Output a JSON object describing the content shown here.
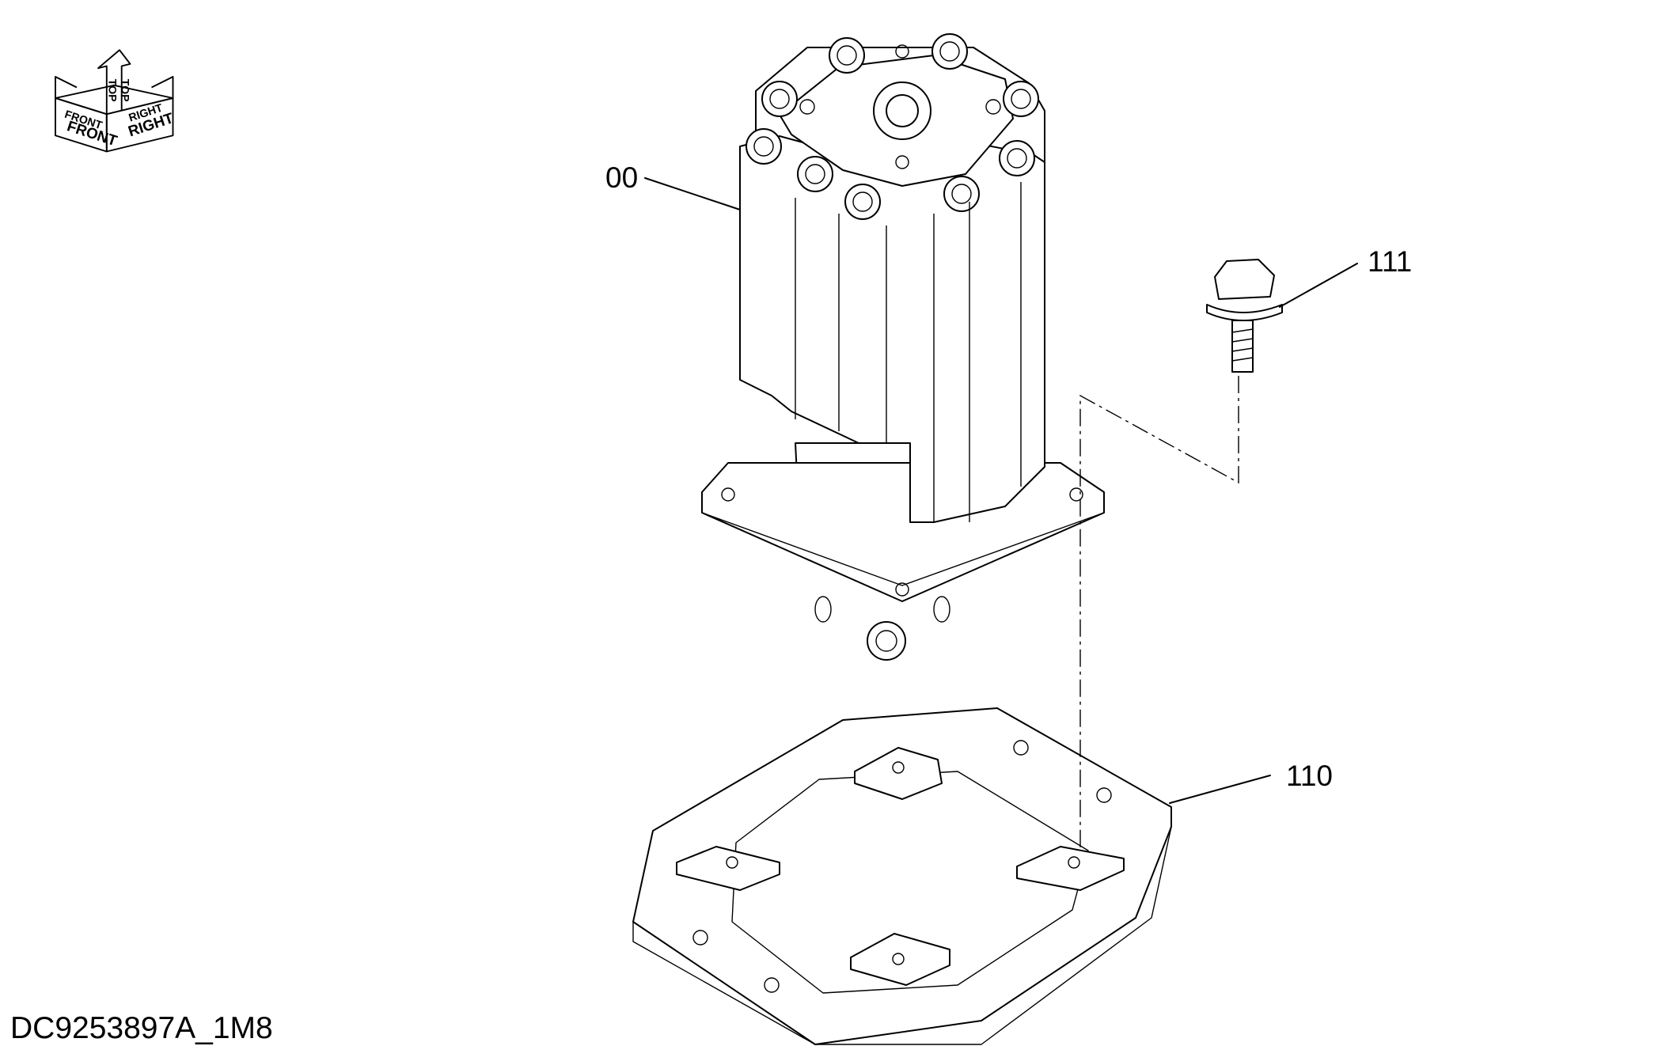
{
  "drawing": {
    "code": "DC9253897A_1M8",
    "orientation_icon": {
      "labels": [
        "FRONT",
        "FRONT",
        "TOP",
        "TOP",
        "RIGHT",
        "RIGHT"
      ]
    },
    "callouts": [
      {
        "id": "00",
        "label": "00"
      },
      {
        "id": "111",
        "label": "111"
      },
      {
        "id": "110",
        "label": "110"
      }
    ]
  }
}
